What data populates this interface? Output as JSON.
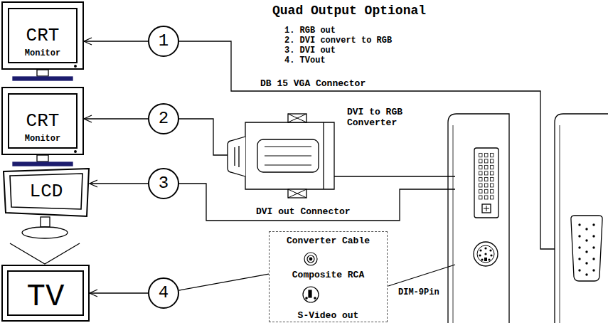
{
  "diagram": {
    "title": "Quad Output Optional",
    "nodes": [
      {
        "text": [
          "CRT",
          "Monitor"
        ]
      },
      {
        "text": [
          "1"
        ]
      },
      {
        "text": [
          "CRT",
          "Monitor"
        ]
      },
      {
        "text": [
          "2"
        ]
      },
      {
        "text": [
          "LCD"
        ]
      },
      {
        "text": [
          "3"
        ]
      },
      {
        "text": [
          "TV"
        ]
      },
      {
        "text": [
          "4"
        ]
      },
      {
        "text": [
          "Converter Cable",
          "Composite RCA",
          "S-Video out"
        ]
      }
    ],
    "edges": [
      {
        "from": 1,
        "to": 0,
        "arrow": "to"
      },
      {
        "from": 3,
        "to": 2,
        "arrow": "to"
      },
      {
        "from": 5,
        "to": 4,
        "arrow": "to"
      },
      {
        "from": 7,
        "to": 6,
        "arrow": "to"
      },
      {
        "from": 8,
        "to": 7,
        "arrow": "none"
      }
    ],
    "labels": [
      "1. RGB out",
      "2. DVI convert to RGB",
      "3. DVI out",
      "4. TVout",
      "DB 15 VGA Connector",
      "DVI to RGB Converter",
      "DVI out Connector",
      "DIM-9Pin"
    ]
  }
}
